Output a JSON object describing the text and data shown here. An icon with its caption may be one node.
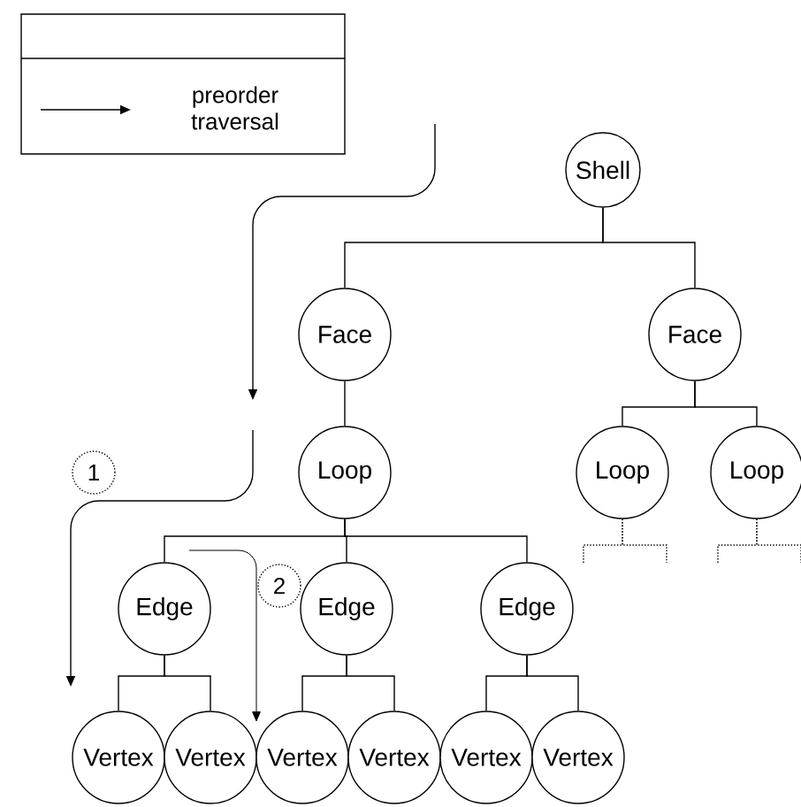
{
  "diagram": {
    "nodes": [
      {
        "text": [
          "Shell"
        ]
      },
      {
        "text": [
          "Face"
        ]
      },
      {
        "text": [
          "Face"
        ]
      },
      {
        "text": [
          "Loop"
        ]
      },
      {
        "text": [
          "Loop"
        ]
      },
      {
        "text": [
          "Loop"
        ]
      },
      {
        "text": [
          "Edge"
        ]
      },
      {
        "text": [
          "Edge"
        ]
      },
      {
        "text": [
          "Edge"
        ]
      },
      {
        "text": [
          "Vertex"
        ]
      },
      {
        "text": [
          "Vertex"
        ]
      },
      {
        "text": [
          "Vertex"
        ]
      },
      {
        "text": [
          "Vertex"
        ]
      },
      {
        "text": [
          "Vertex"
        ]
      },
      {
        "text": [
          "Vertex"
        ]
      }
    ],
    "edges": [
      {
        "from": 0,
        "to": 1,
        "arrow": "none"
      },
      {
        "from": 0,
        "to": 2,
        "arrow": "none"
      },
      {
        "from": 1,
        "to": 3,
        "arrow": "none"
      },
      {
        "from": 2,
        "to": 4,
        "arrow": "none"
      },
      {
        "from": 2,
        "to": 5,
        "arrow": "none"
      },
      {
        "from": 3,
        "to": 6,
        "arrow": "none"
      },
      {
        "from": 3,
        "to": 7,
        "arrow": "none"
      },
      {
        "from": 3,
        "to": 8,
        "arrow": "none"
      },
      {
        "from": 6,
        "to": 9,
        "arrow": "none"
      },
      {
        "from": 6,
        "to": 10,
        "arrow": "none"
      },
      {
        "from": 7,
        "to": 11,
        "arrow": "none"
      },
      {
        "from": 7,
        "to": 12,
        "arrow": "none"
      },
      {
        "from": 8,
        "to": 13,
        "arrow": "none"
      },
      {
        "from": 8,
        "to": 14,
        "arrow": "none"
      },
      {
        "from": 4,
        "to": null,
        "arrow": "none",
        "style": "dashed"
      },
      {
        "from": 4,
        "to": null,
        "arrow": "none",
        "style": "dashed"
      },
      {
        "from": 5,
        "to": null,
        "arrow": "none",
        "style": "dashed"
      },
      {
        "from": 5,
        "to": null,
        "arrow": "none",
        "style": "dashed"
      }
    ],
    "labels": [
      "1",
      "2"
    ],
    "legend": [
      {
        "text": "preorder traversal"
      }
    ]
  }
}
